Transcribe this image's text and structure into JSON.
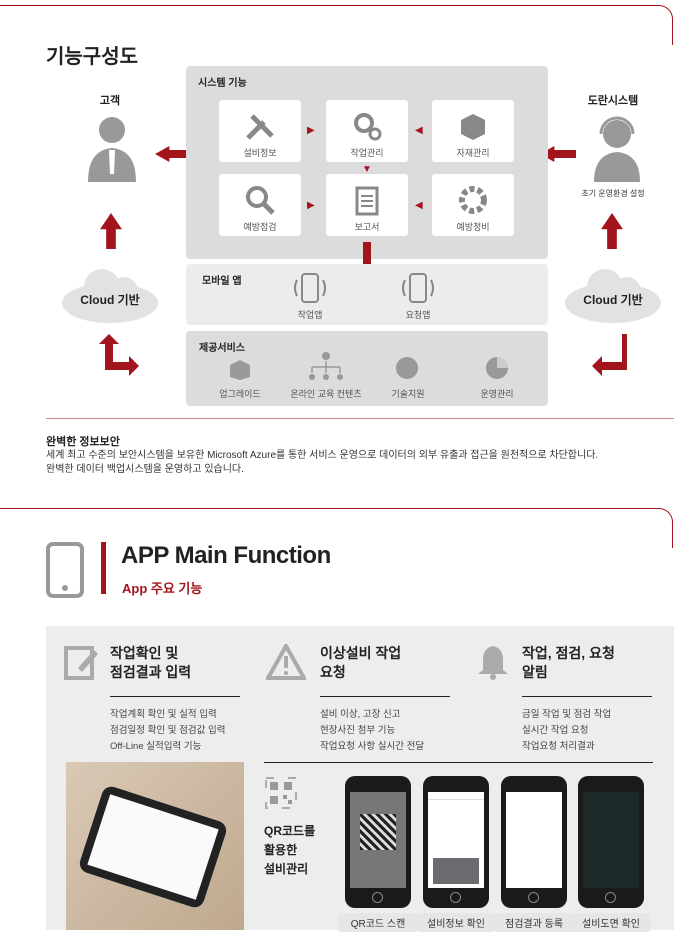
{
  "section1": {
    "title": "기능구성도",
    "left_label": "고객",
    "right_label": "도란시스템",
    "right_sub": "초기 운영환경 설정",
    "cloud_left": "Cloud 기반",
    "cloud_right": "Cloud 기반",
    "system": {
      "label": "시스템 기능",
      "cards": [
        "설비정보",
        "작업관리",
        "자재관리",
        "예방점검",
        "보고서",
        "예방정비"
      ]
    },
    "mobile": {
      "label": "모바일 앱",
      "apps": [
        "작업앱",
        "요청앱"
      ]
    },
    "services": {
      "label": "제공서비스",
      "items": [
        "업그레이드",
        "온라인 교육 컨텐츠",
        "기술지원",
        "운영관리"
      ]
    },
    "security": {
      "title": "완벽한 정보보안",
      "line1": "세계 최고 수준의 보안시스템을 보유한 Microsoft Azure를 통한 서비스 운영으로 데이터의 외부 유출과 접근을 원천적으로 차단합니다.",
      "line2": "완벽한 데이터 백업시스템을 운영하고 있습니다."
    }
  },
  "section2": {
    "title": "APP Main Function",
    "subtitle": "App 주요 기능",
    "features": [
      {
        "title1": "작업확인 및",
        "title2": "점검결과 입력",
        "items": [
          "작업계획 확인 및 실적 입력",
          "점검일정 확인 및 점검값 입력",
          "Off-Line 실적입력 기능"
        ]
      },
      {
        "title1": "이상설비 작업",
        "title2": "요청",
        "items": [
          "설비 이상, 고장 신고",
          "현장사진 첨부 기능",
          "작업요청 사항 실시간 전달"
        ]
      },
      {
        "title1": "작업, 점검, 요청",
        "title2": "알림",
        "items": [
          "금일 작업 및 점검 작업",
          "실시간 작업 요청",
          "작업요청 처리결과"
        ]
      }
    ],
    "qr": [
      "QR코드를",
      "활용한",
      "설비관리"
    ],
    "phones": [
      "QR코드 스캔",
      "설비정보 확인",
      "점검결과 등록",
      "설비도면 확인"
    ],
    "accent": "#a3141c"
  }
}
